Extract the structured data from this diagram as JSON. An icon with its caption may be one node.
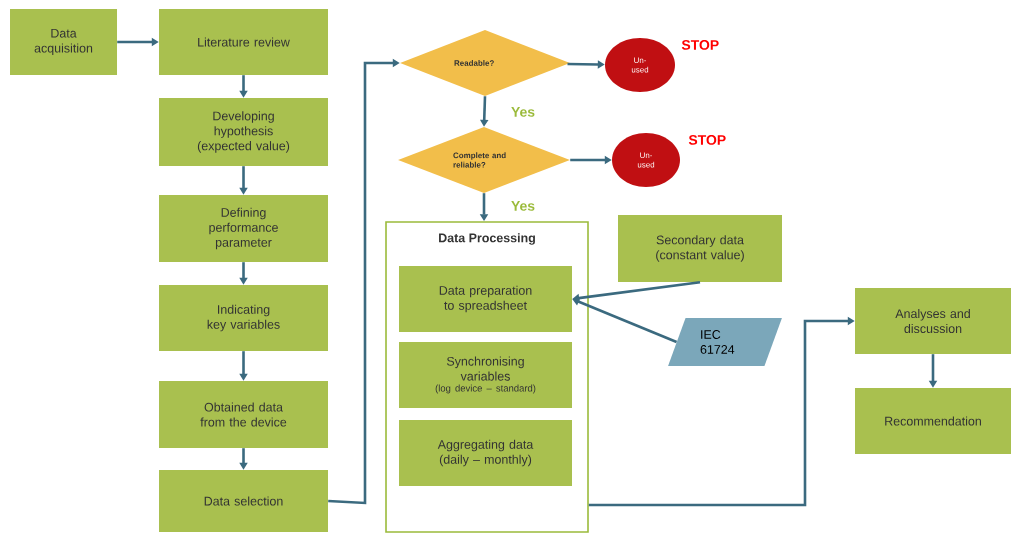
{
  "diagram": {
    "nodes": [
      {
        "text": [
          "Data acquisition"
        ]
      },
      {
        "text": [
          "Literature review"
        ]
      },
      {
        "text": [
          "Developing hypothesis (expected value)"
        ]
      },
      {
        "text": [
          "Defining performance parameter"
        ]
      },
      {
        "text": [
          "Indicating key variables"
        ]
      },
      {
        "text": [
          "Obtained data from the device"
        ]
      },
      {
        "text": [
          "Data selection"
        ]
      },
      {
        "text": [
          "Readable?"
        ]
      },
      {
        "text": [
          "Un-used"
        ],
        "beside": [
          "STOP"
        ]
      },
      {
        "text": [
          "Complete and reliable?"
        ]
      },
      {
        "text": [
          "Un-used"
        ],
        "beside": [
          "STOP"
        ]
      },
      {
        "text": [
          "Data Processing"
        ]
      },
      {
        "text": [
          "Data preparation to spreadsheet"
        ],
        "in": 11
      },
      {
        "text": [
          "Synchronising variables",
          "(log device – standard)"
        ],
        "in": 11
      },
      {
        "text": [
          "Aggregating data (daily – monthly)"
        ],
        "in": 11
      },
      {
        "text": [
          "Secondary data (constant value)"
        ]
      },
      {
        "text": [
          "IEC 61724"
        ]
      },
      {
        "text": [
          "Analyses and discussion"
        ]
      },
      {
        "text": [
          "Recommendation"
        ]
      }
    ],
    "edges": [
      {
        "from": 0,
        "to": 1,
        "arrow": "to"
      },
      {
        "from": 1,
        "to": 2,
        "arrow": "to"
      },
      {
        "from": 2,
        "to": 3,
        "arrow": "to"
      },
      {
        "from": 3,
        "to": 4,
        "arrow": "to"
      },
      {
        "from": 4,
        "to": 5,
        "arrow": "to"
      },
      {
        "from": 5,
        "to": 6,
        "arrow": "to"
      },
      {
        "from": 6,
        "to": 7,
        "arrow": "to"
      },
      {
        "from": 7,
        "to": 8,
        "arrow": "to"
      },
      {
        "from": 7,
        "to": 9,
        "arrow": "to",
        "label": "Yes"
      },
      {
        "from": 9,
        "to": 10,
        "arrow": "to"
      },
      {
        "from": 9,
        "to": 11,
        "arrow": "to",
        "label": "Yes"
      },
      {
        "from": 15,
        "to": 12,
        "arrow": "to"
      },
      {
        "from": 16,
        "to": 12,
        "arrow": "to"
      },
      {
        "from": 11,
        "to": 17,
        "arrow": "to"
      },
      {
        "from": 17,
        "to": 18,
        "arrow": "to"
      }
    ]
  }
}
